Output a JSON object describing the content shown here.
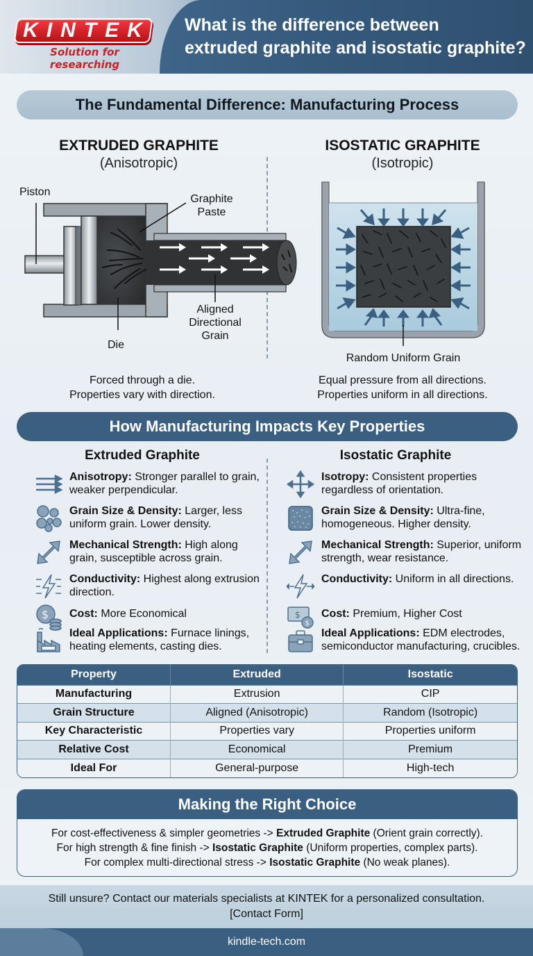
{
  "header": {
    "logo": "KINTEK",
    "tagline": "Solution for researching",
    "title_line1": "What is the difference between",
    "title_line2": "extruded graphite and isostatic graphite?"
  },
  "section1": {
    "title": "The Fundamental Difference: Manufacturing Process",
    "extruded": {
      "title": "EXTRUDED GRAPHITE",
      "subtitle": "(Anisotropic)",
      "labels": {
        "piston": "Piston",
        "paste_line1": "Graphite",
        "paste_line2": "Paste",
        "die": "Die",
        "grain_line1": "Aligned",
        "grain_line2": "Directional",
        "grain_line3": "Grain"
      },
      "caption_line1": "Forced through a die.",
      "caption_line2": "Properties vary with direction."
    },
    "isostatic": {
      "title": "ISOSTATIC GRAPHITE",
      "subtitle": "(Isotropic)",
      "labels": {
        "grain": "Random Uniform Grain"
      },
      "caption_line1": "Equal pressure from all directions.",
      "caption_line2": "Properties uniform in all directions."
    }
  },
  "section2": {
    "title": "How Manufacturing Impacts Key Properties",
    "extruded": {
      "heading": "Extruded Graphite",
      "items": [
        {
          "icon": "parallel-arrows-icon",
          "label": "Anisotropy:",
          "text": " Stronger parallel to grain, weaker perpendicular."
        },
        {
          "icon": "grain-circles-icon",
          "label": "Grain Size & Density:",
          "text": " Larger, less uniform grain. Lower density."
        },
        {
          "icon": "diagonal-double-arrow-icon",
          "label": "Mechanical Strength:",
          "text": " High along grain, susceptible across grain."
        },
        {
          "icon": "lightning-arrows-icon",
          "label": "Conductivity:",
          "text": " Highest along extrusion direction."
        },
        {
          "icon": "coin-dollar-icon",
          "label": "Cost:",
          "text": " More Economical"
        },
        {
          "icon": "factory-icon",
          "label": "Ideal Applications:",
          "text": " Furnace linings, heating elements, casting dies."
        }
      ]
    },
    "isostatic": {
      "heading": "Isostatic Graphite",
      "items": [
        {
          "icon": "four-way-arrows-icon",
          "label": "Isotropy:",
          "text": " Consistent properties regardless of orientation."
        },
        {
          "icon": "fine-grain-square-icon",
          "label": "Grain Size & Density:",
          "text": " Ultra-fine, homogeneous. Higher density."
        },
        {
          "icon": "diagonal-double-arrow-icon",
          "label": "Mechanical Strength:",
          "text": " Superior, uniform strength, wear resistance."
        },
        {
          "icon": "lightning-arrows-icon",
          "label": "Conductivity:",
          "text": " Uniform in all directions."
        },
        {
          "icon": "banknote-coins-icon",
          "label": "Cost:",
          "text": " Premium, Higher Cost"
        },
        {
          "icon": "briefcase-icon",
          "label": "Ideal Applications:",
          "text": " EDM electrodes, semiconductor manufacturing, crucibles."
        }
      ]
    }
  },
  "table": {
    "headers": [
      "Property",
      "Extruded",
      "Isostatic"
    ],
    "rows": [
      [
        "Manufacturing",
        "Extrusion",
        "CIP"
      ],
      [
        "Grain Structure",
        "Aligned (Anisotropic)",
        "Random (Isotropic)"
      ],
      [
        "Key Characteristic",
        "Properties vary",
        "Properties uniform"
      ],
      [
        "Relative Cost",
        "Economical",
        "Premium"
      ],
      [
        "Ideal For",
        "General-purpose",
        "High-tech"
      ]
    ]
  },
  "choice": {
    "title": "Making the Right Choice",
    "lines": [
      {
        "pre": "For cost-effectiveness & simpler geometries -> ",
        "bold": "Extruded Graphite",
        "post": " (Orient grain correctly)."
      },
      {
        "pre": "For high strength & fine finish -> ",
        "bold": "Isostatic Graphite",
        "post": " (Uniform properties, complex parts)."
      },
      {
        "pre": "For complex multi-directional stress -> ",
        "bold": "Isostatic Graphite",
        "post": " (No weak planes)."
      }
    ]
  },
  "cta": {
    "line1": "Still unsure? Contact our materials specialists at KINTEK for a personalized consultation.",
    "link": "[Contact Form]"
  },
  "footer": {
    "url": "kindle-tech.com"
  },
  "colors": {
    "navy": "#3b5f80",
    "brand_red": "#d21f27",
    "light_bg": "#eaf0f5",
    "pale_blue": "#b7c9d7"
  }
}
